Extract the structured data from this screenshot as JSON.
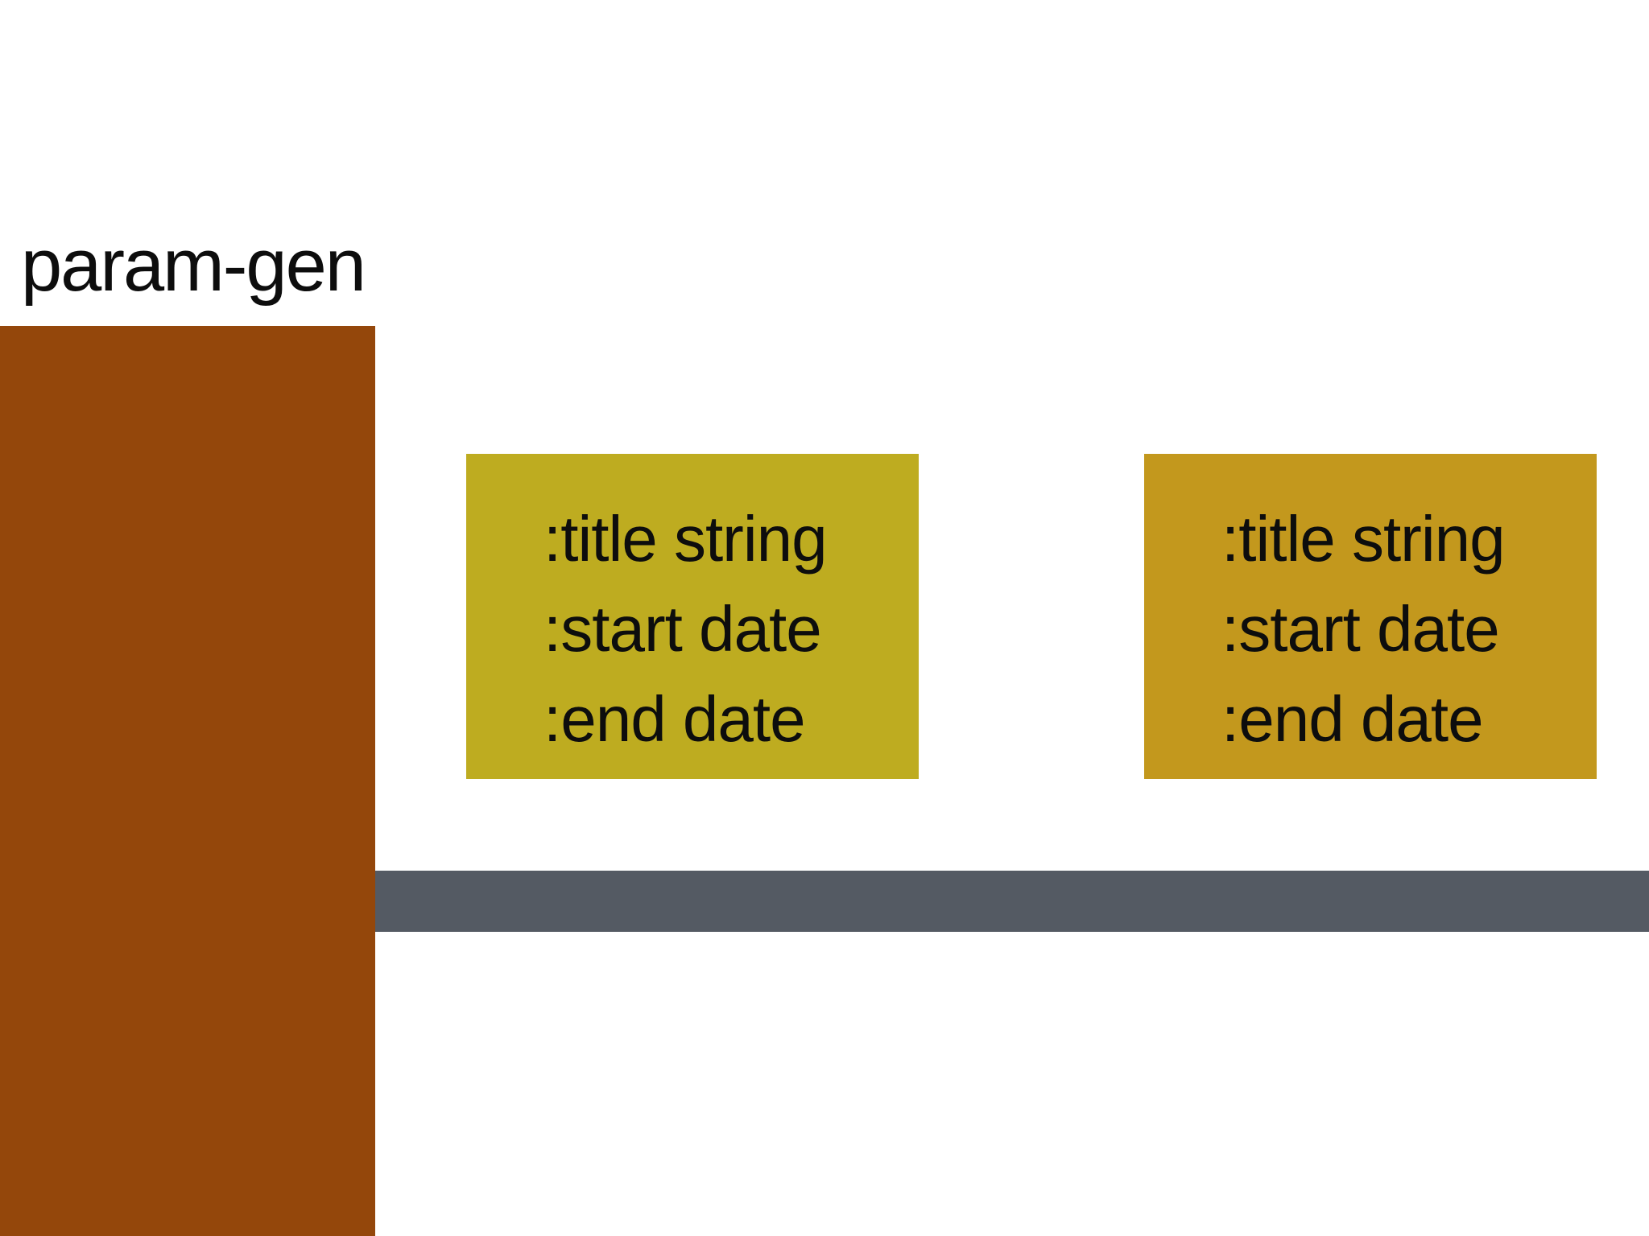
{
  "title": "param-gen",
  "colors": {
    "background": "#ffffff",
    "text": "#0d0d0d",
    "left_panel": "#94470b",
    "timeline_bar": "#545a63",
    "box_left": "#beac20",
    "box_right": "#c3981d"
  },
  "boxes": [
    {
      "name": "left",
      "lines": [
        ":title string",
        ":start date",
        ":end date"
      ]
    },
    {
      "name": "right",
      "lines": [
        ":title string",
        ":start date",
        ":end date"
      ]
    }
  ]
}
